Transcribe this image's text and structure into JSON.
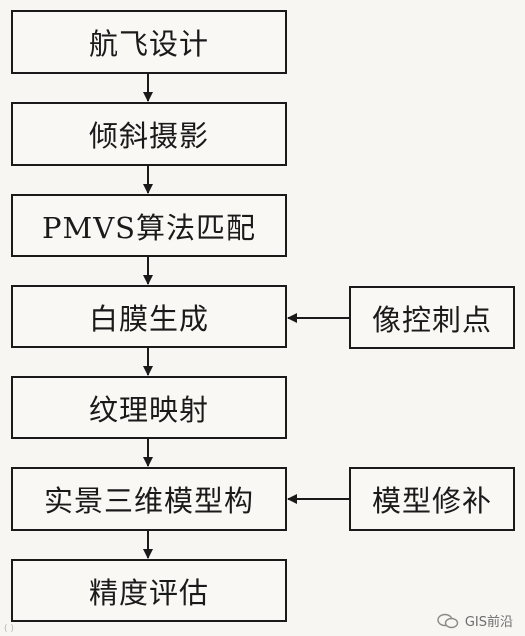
{
  "flow": {
    "steps": [
      "航飞设计",
      "倾斜摄影",
      "PMVS算法匹配",
      "白膜生成",
      "纹理映射",
      "实景三维模型构",
      "精度评估"
    ],
    "side_inputs": [
      "像控刺点",
      "模型修补"
    ]
  },
  "watermark": {
    "text": "GIS前沿",
    "small": "(  )"
  }
}
